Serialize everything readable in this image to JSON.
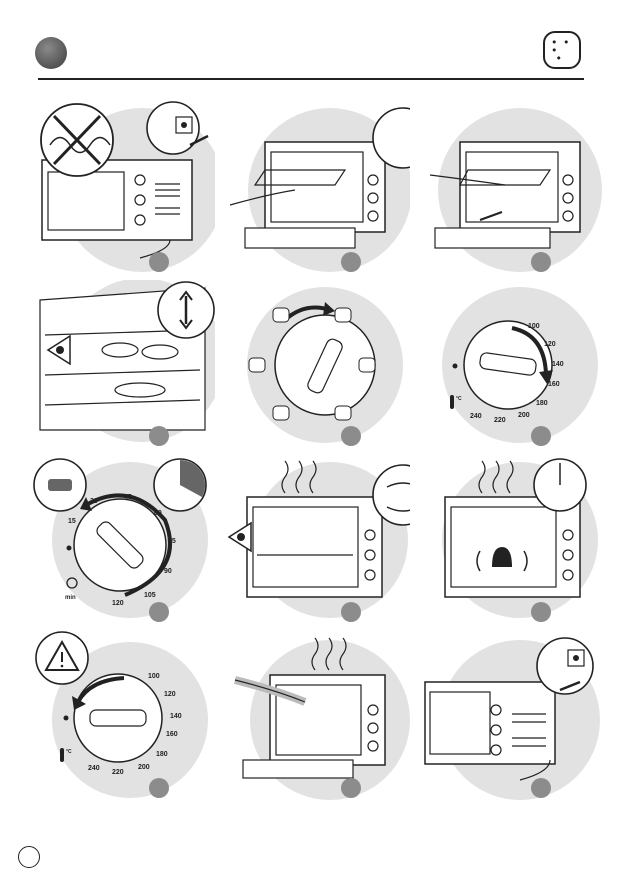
{
  "header": {
    "mode_icon": "fan-dots-icon"
  },
  "dial_temperature": {
    "ticks": [
      "100",
      "120",
      "140",
      "160",
      "180",
      "200",
      "220",
      "240"
    ],
    "unit": "°C"
  },
  "dial_timer": {
    "ticks": [
      "15",
      "30",
      "45",
      "60",
      "75",
      "90",
      "105",
      "120"
    ],
    "unit": "min"
  },
  "icons": [
    "no-cord-icon",
    "plug-socket-icon",
    "cloth-icon",
    "rack-height-icon",
    "eye-icon",
    "heat-mode-icon",
    "indicator-light-icon",
    "clock-icon",
    "turn-food-icon",
    "bell-icon",
    "warning-icon",
    "thermometer-icon",
    "stopwatch-icon"
  ],
  "colors": {
    "disc": "#e2e2e2",
    "ink": "#222222",
    "step": "#8c8c8c"
  }
}
